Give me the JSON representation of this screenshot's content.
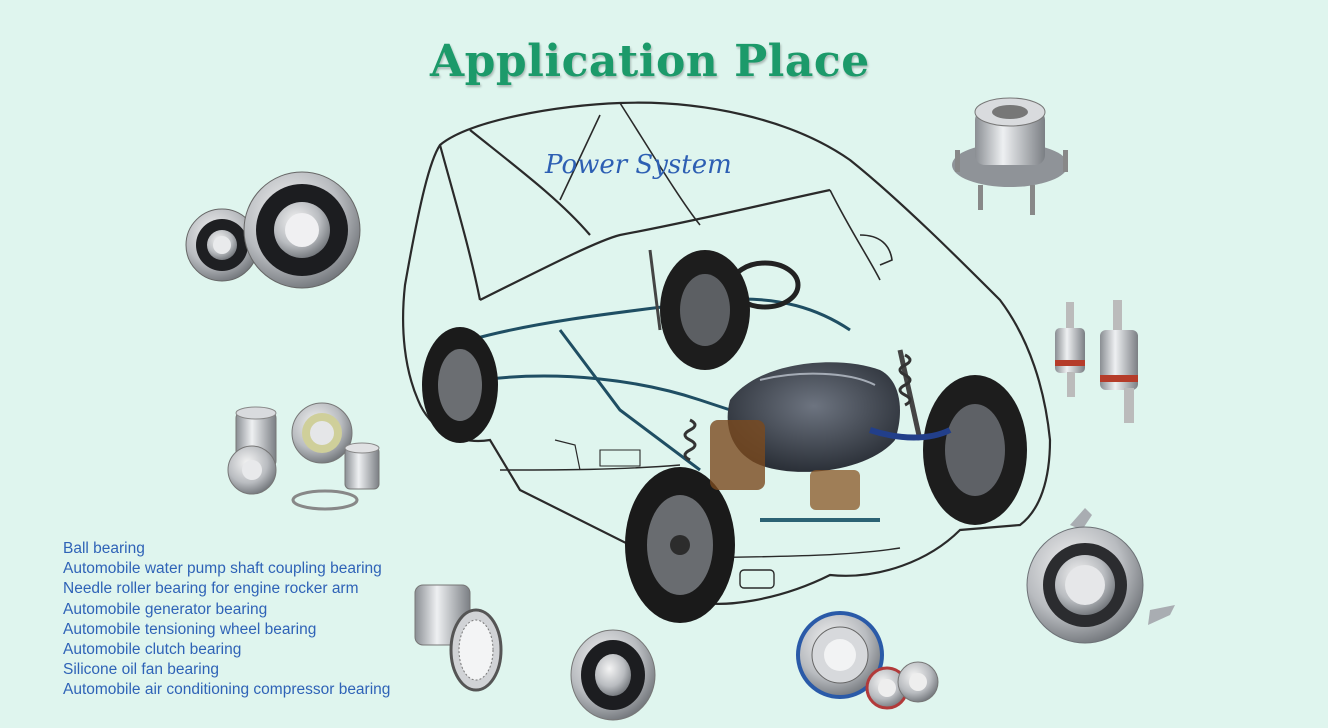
{
  "header": {
    "title": "Application Place",
    "subtitle": "Power System"
  },
  "bearing_list": [
    "Ball bearing",
    "Automobile water pump shaft coupling bearing",
    "Needle roller bearing for engine rocker arm",
    "Automobile generator bearing",
    "Automobile tensioning wheel bearing",
    "Automobile clutch bearing",
    "Silicone oil fan bearing",
    "Automobile air conditioning compressor bearing"
  ],
  "colors": {
    "background": "#dff5ee",
    "title": "#1c9a6a",
    "subtitle": "#2d5fb3",
    "list_text": "#2f63b7"
  }
}
